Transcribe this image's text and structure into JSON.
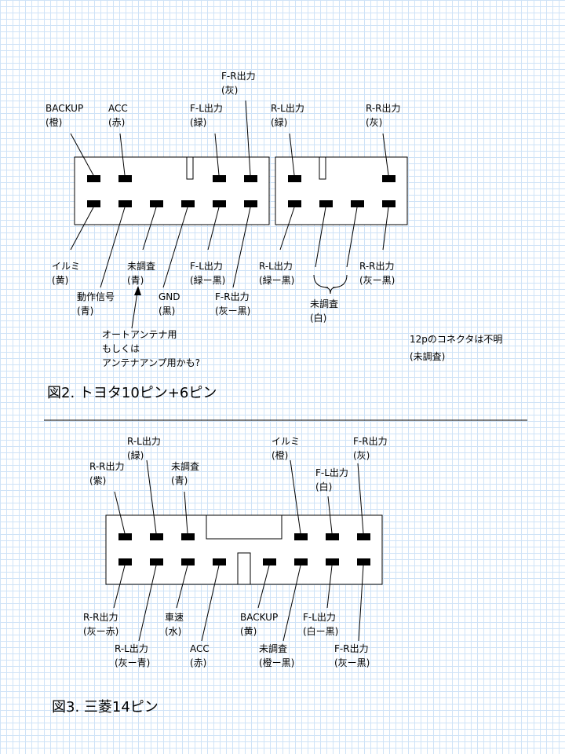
{
  "fig2": {
    "caption": "図2. トヨタ10ピン+6ピン",
    "labels": {
      "backup_1": "BACKUP",
      "backup_2": "(橙)",
      "acc_1": "ACC",
      "acc_2": "(赤)",
      "fl_1": "F-L出力",
      "fl_2": "(緑)",
      "fr_1": "F-R出力",
      "fr_2": "(灰)",
      "rl_1": "R-L出力",
      "rl_2": "(緑)",
      "rr_1": "R-R出力",
      "rr_2": "(灰)",
      "illumi_1": "イルミ",
      "illumi_2": "(黄)",
      "motion_1": "動作信号",
      "motion_2": "(青)",
      "unk_1": "未調査",
      "unk_2": "(青)",
      "gnd_1": "GND",
      "gnd_2": "(黒)",
      "fl_b_1": "F-L出力",
      "fl_b_2": "(緑ー黒)",
      "fr_b_1": "F-R出力",
      "fr_b_2": "(灰ー黒)",
      "rl_b_1": "R-L出力",
      "rl_b_2": "(緑ー黒)",
      "rr_b_1": "R-R出力",
      "rr_b_2": "(灰ー黒)",
      "unk6_1": "未調査",
      "unk6_2": "(白)",
      "note_1": "オートアンテナ用",
      "note_2": "もしくは",
      "note_3": "アンテナアンプ用かも?",
      "note12_1": "12pのコネクタは不明",
      "note12_2": "(未調査)"
    }
  },
  "fig3": {
    "caption": "図3. 三菱14ピン",
    "labels": {
      "rl_1": "R-L出力",
      "rl_2": "(緑)",
      "rr_1": "R-R出力",
      "rr_2": "(紫)",
      "unk_1": "未調査",
      "unk_2": "(青)",
      "illumi_1": "イルミ",
      "illumi_2": "(橙)",
      "fr_1": "F-R出力",
      "fr_2": "(灰)",
      "fl_1": "F-L出力",
      "fl_2": "(白)",
      "rr_b_1": "R-R出力",
      "rr_b_2": "(灰ー赤)",
      "speed_1": "車速",
      "speed_2": "(水)",
      "rl_b_1": "R-L出力",
      "rl_b_2": "(灰ー青)",
      "acc_1": "ACC",
      "acc_2": "(赤)",
      "backup_1": "BACKUP",
      "backup_2": "(黄)",
      "unk_b_1": "未調査",
      "unk_b_2": "(橙ー黒)",
      "fl_b_1": "F-L出力",
      "fl_b_2": "(白ー黒)",
      "fr_b_1": "F-R出力",
      "fr_b_2": "(灰ー黒)"
    }
  }
}
